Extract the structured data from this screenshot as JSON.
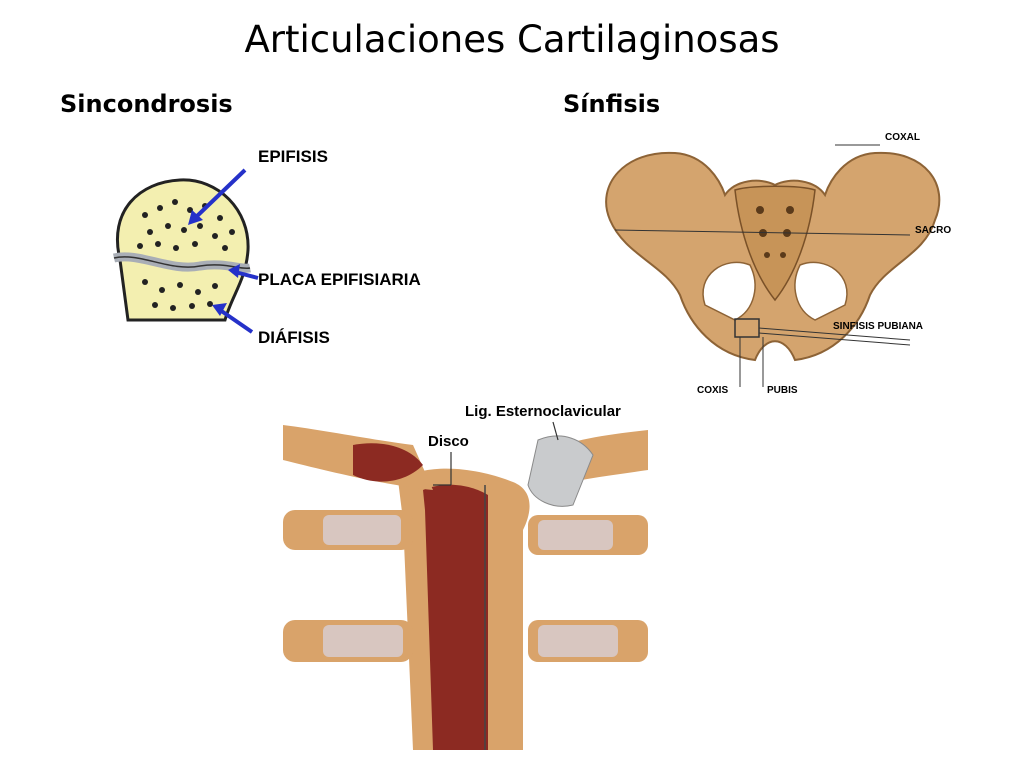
{
  "slide": {
    "title": "Articulaciones Cartilaginosas",
    "subtitle_left": "Sincondrosis",
    "subtitle_right": "Sínfisis"
  },
  "sincondrosis": {
    "labels": [
      "EPIFISIS",
      "PLACA EPIFISIARIA",
      "DIÁFISIS"
    ],
    "colors": {
      "bone": "#f3efb0",
      "arrow": "#2531c9",
      "plate": "#a9aeb6"
    }
  },
  "sinfisis": {
    "labels": {
      "coxal": "COXAL",
      "sacro": "SACRO",
      "sinfisis_pubiana": "SINFISIS PUBIANA",
      "coxis": "COXIS",
      "pubis": "PUBIS"
    },
    "colors": {
      "bone": "#d4a46e"
    }
  },
  "esternoclavicular": {
    "labels": {
      "ligamento": "Lig. Esternoclavicular",
      "disco": "Disco"
    },
    "colors": {
      "marrow": "#8c2a22",
      "bone": "#d9a36a"
    }
  }
}
